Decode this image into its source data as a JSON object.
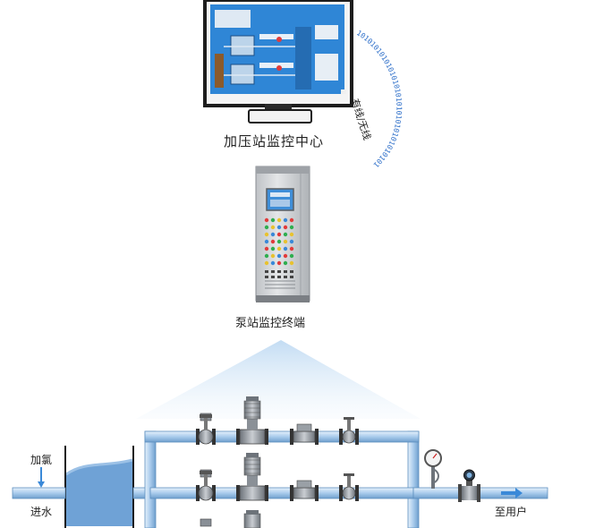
{
  "captions": {
    "monitor_center": "加压站监控中心",
    "pump_terminal": "泵站监控终端",
    "chlorine": "加氯",
    "inlet": "进水",
    "to_user": "至用户",
    "link_type": "有线/无线"
  },
  "link_bits": "10101010101010101010101010101010101",
  "colors": {
    "pipe": "#9fc4e8",
    "pipe_edge": "#5c8fbf",
    "water": "#6fa2d6",
    "cabinet": "#d7d9dc",
    "screen": "#3f8ed8",
    "bits": "#2e6fc9"
  }
}
